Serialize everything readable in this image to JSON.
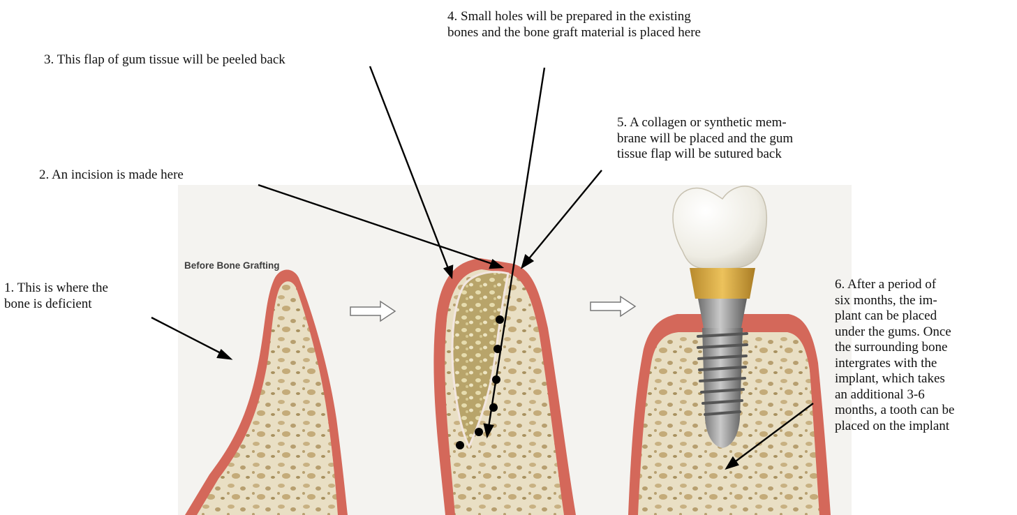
{
  "panel_caption": "Before Bone Grafting",
  "notes": {
    "n1": "1.  This is where the\nbone is deficient",
    "n2": "2.  An incision is made here",
    "n3": "3. This flap of gum tissue will be peeled back",
    "n4": "4.  Small holes will be prepared in the existing\nbones and the bone graft material is placed here",
    "n5": "5.  A collagen or synthetic mem-\nbrane will be placed and the gum\ntissue flap will be sutured back",
    "n6": "6.  After a period of\nsix months, the im-\nplant can be placed\nunder the gums.  Once\nthe  surrounding bone\nintergrates with the\nimplant, which takes\nan additional 3-6\nmonths, a tooth can be\nplaced on the implant"
  },
  "colors": {
    "gum": "#d4685a",
    "gum_light": "#efb3a6",
    "bone": "#e9dfc4",
    "bone_pore": "#b79f6f",
    "graft": "#b8a46a",
    "crown": "#f4f2ea",
    "collar": "#d9a93e",
    "implant": "#8f8f8f"
  },
  "icons": [
    "right-arrow-icon",
    "suture-dot-icon"
  ]
}
